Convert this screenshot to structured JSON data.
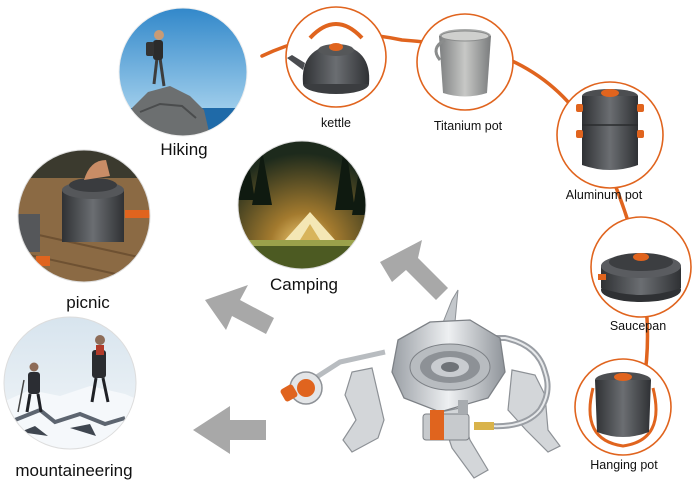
{
  "activities": {
    "hiking": "Hiking",
    "camping": "Camping",
    "picnic": "picnic",
    "mountaineering": "mountaineering"
  },
  "cookware": {
    "kettle": "kettle",
    "titanium_pot": "Titanium pot",
    "aluminum_pot": "Aluminum pot",
    "saucepan": "Saucepan",
    "hanging_pot": "Hanging pot"
  },
  "colors": {
    "accent_orange": "#e0641e",
    "arrow_gray": "#a8a8a8",
    "pot_dark": "#4a4c50",
    "steel": "#c9ccd0"
  }
}
